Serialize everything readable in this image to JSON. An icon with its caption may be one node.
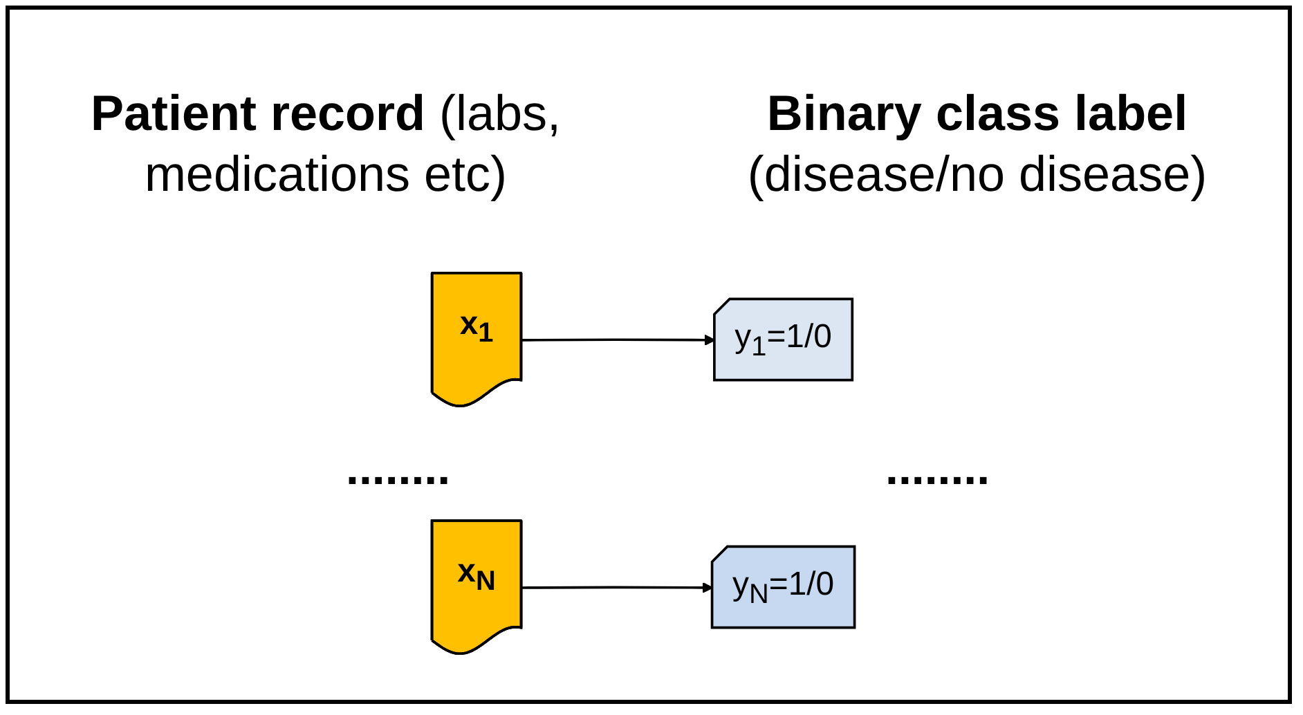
{
  "diagram": {
    "nodes": [
      {
        "text": [
          "x$_{1}$"
        ]
      },
      {
        "text": [
          "y$_{1}$=1/0"
        ]
      },
      {
        "text": [
          "x$_{N}$"
        ]
      },
      {
        "text": [
          "y$_{N}$=1/0"
        ]
      }
    ],
    "edges": [
      {
        "from": 0,
        "to": 1,
        "arrow": "to"
      },
      {
        "from": 2,
        "to": 3,
        "arrow": "to"
      }
    ],
    "labels": [
      "**Patient record** (labs, medications etc)",
      "**Binary class label** (disease/no disease)",
      "........",
      "........"
    ]
  }
}
